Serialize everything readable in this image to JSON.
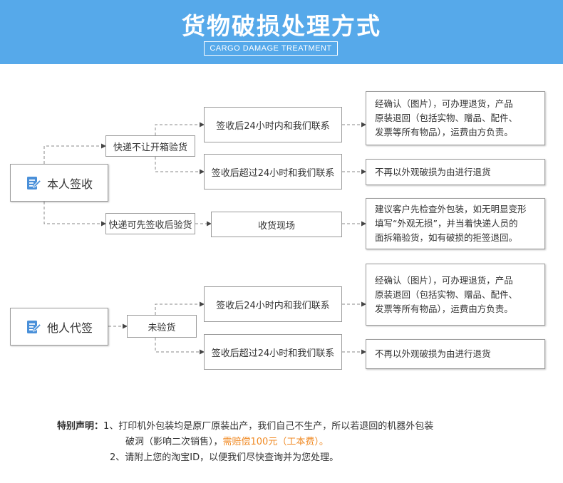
{
  "banner": {
    "title": "货物破损处理方式",
    "subtitle": "CARGO DAMAGE TREATMENT"
  },
  "colors": {
    "banner": "#56a9ea",
    "highlight": "#f08a24",
    "icon": "#4a90d9"
  },
  "section1": {
    "root": "本人签收",
    "branch_a": "快递不让开箱验货",
    "branch_b": "快递可先签收后验货",
    "a_within": "签收后24小时内和我们联系",
    "a_after": "签收后超过24小时和我们联系",
    "b_site": "收货现场",
    "note_within": [
      "经确认（图片），可办理退货，产品",
      "原装退回（包括实物、赠品、配件、",
      "发票等所有物品），运费由方负责。"
    ],
    "note_after": "不再以外观破损为由进行退货",
    "note_site": [
      "建议客户先检查外包装，如无明显变形",
      "填写“外观无损”，并当着快递人员的",
      "面拆箱验货，如有破损的拒签退回。"
    ]
  },
  "section2": {
    "root": "他人代签",
    "branch": "未验货",
    "within": "签收后24小时内和我们联系",
    "after": "签收后超过24小时和我们联系",
    "note_within": [
      "经确认（图片），可办理退货，产品",
      "原装退回（包括实物、赠品、配件、",
      "发票等所有物品），运费由方负责。"
    ],
    "note_after": "不再以外观破损为由进行退货"
  },
  "footer": {
    "label": "特别声明：",
    "line1_a": "1、打印机外包装均是原厂原装出产，我们自己不生产，所以若退回的机器外包装",
    "line1_b_pre": "破洞（影响二次销售），",
    "line1_b_hl": "需赔偿100元（工本费）。",
    "line2": "2、请附上您的淘宝ID，以便我们尽快查询并为您处理。"
  }
}
